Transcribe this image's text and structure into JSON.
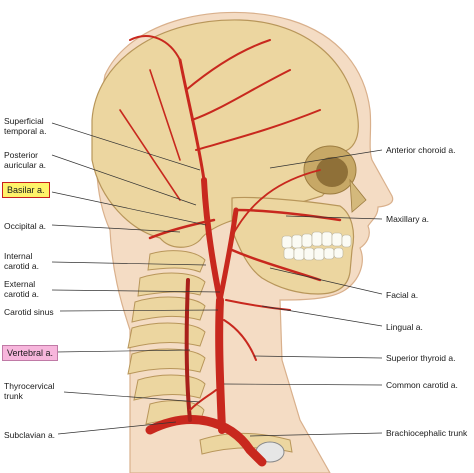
{
  "labels_left": [
    {
      "id": "superficial-temporal",
      "lines": [
        "Superficial",
        "temporal a."
      ]
    },
    {
      "id": "posterior-auricular",
      "lines": [
        "Posterior",
        "auricular a."
      ]
    },
    {
      "id": "basilar",
      "lines": [
        "Basilar a."
      ],
      "highlight": "yellow"
    },
    {
      "id": "occipital",
      "lines": [
        "Occipital a."
      ]
    },
    {
      "id": "internal-carotid",
      "lines": [
        "Internal",
        "carotid a."
      ]
    },
    {
      "id": "external-carotid",
      "lines": [
        "External",
        "carotid a."
      ]
    },
    {
      "id": "carotid-sinus",
      "lines": [
        "Carotid sinus"
      ]
    },
    {
      "id": "vertebral",
      "lines": [
        "Vertebral a."
      ],
      "highlight": "pink"
    },
    {
      "id": "thyrocervical",
      "lines": [
        "Thyrocervical",
        "trunk"
      ]
    },
    {
      "id": "subclavian",
      "lines": [
        "Subclavian a."
      ]
    }
  ],
  "labels_right": [
    {
      "id": "anterior-choroid",
      "lines": [
        "Anterior choroid a."
      ]
    },
    {
      "id": "maxillary",
      "lines": [
        "Maxillary a."
      ]
    },
    {
      "id": "facial",
      "lines": [
        "Facial a."
      ]
    },
    {
      "id": "lingual",
      "lines": [
        "Lingual a."
      ]
    },
    {
      "id": "superior-thyroid",
      "lines": [
        "Superior thyroid a."
      ]
    },
    {
      "id": "common-carotid",
      "lines": [
        "Common carotid a."
      ]
    },
    {
      "id": "brachiocephalic",
      "lines": [
        "Brachiocephalic trunk"
      ]
    }
  ],
  "colors": {
    "skin": "#f4dcc4",
    "skin_outline": "#d9b08c",
    "bone": "#ecd6a0",
    "bone_shade": "#d4b97c",
    "artery": "#c8281e",
    "artery_dark": "#9a1b14",
    "highlight_yellow": "#fff36a",
    "highlight_pink": "#f7b6dc",
    "leader": "#333333"
  }
}
